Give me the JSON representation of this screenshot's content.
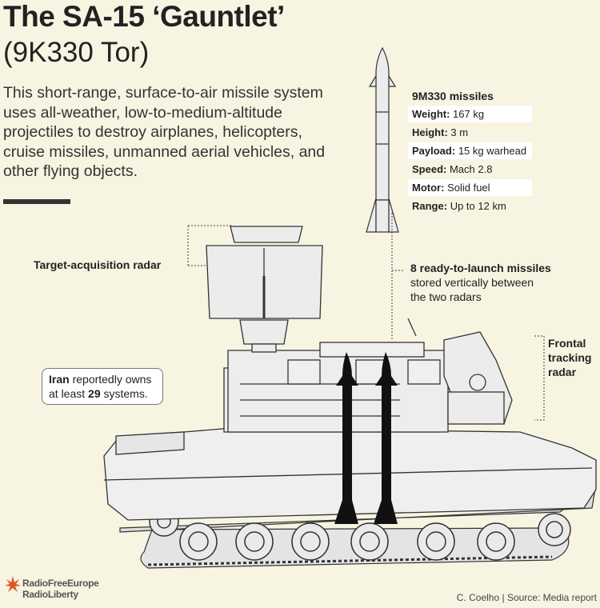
{
  "title": "The SA-15 ‘Gauntlet’",
  "subtitle": "(9K330 Tor)",
  "intro": "This short-range, surface-to-air missile system uses all-weather, low-to-medium-altitude projectiles to destroy airplanes, helicopters, cruise missiles, unmanned aerial vehicles, and other flying objects.",
  "specs": {
    "heading": "9M330 missiles",
    "rows": [
      {
        "label": "Weight:",
        "value": "167 kg"
      },
      {
        "label": "Height:",
        "value": "3 m"
      },
      {
        "label": "Payload:",
        "value": "15 kg warhead"
      },
      {
        "label": "Speed:",
        "value": "Mach 2.8"
      },
      {
        "label": "Motor:",
        "value": "Solid fuel"
      },
      {
        "label": "Range:",
        "value": "Up to 12 km"
      }
    ]
  },
  "labels": {
    "target_radar": "Target-acquisition radar",
    "missiles_bold": "8 ready-to-launch missiles",
    "missiles_rest_1": "stored vertically between",
    "missiles_rest_2": "the two radars",
    "frontal_1": "Frontal",
    "frontal_2": "tracking",
    "frontal_3": "radar"
  },
  "callout": {
    "country": "Iran",
    "text_1": "reportedly owns",
    "text_2_pre": "at least",
    "count": "29",
    "text_2_post": "systems."
  },
  "footer": {
    "logo_line_1": "RadioFreeEurope",
    "logo_line_2": "RadioLiberty",
    "credit": "C. Coelho | Source: Media report"
  },
  "colors": {
    "background": "#f7f4e2",
    "vehicle_fill": "#eeeeee",
    "outline": "#333333",
    "missile": "#111111",
    "logo_accent": "#e0532a"
  }
}
